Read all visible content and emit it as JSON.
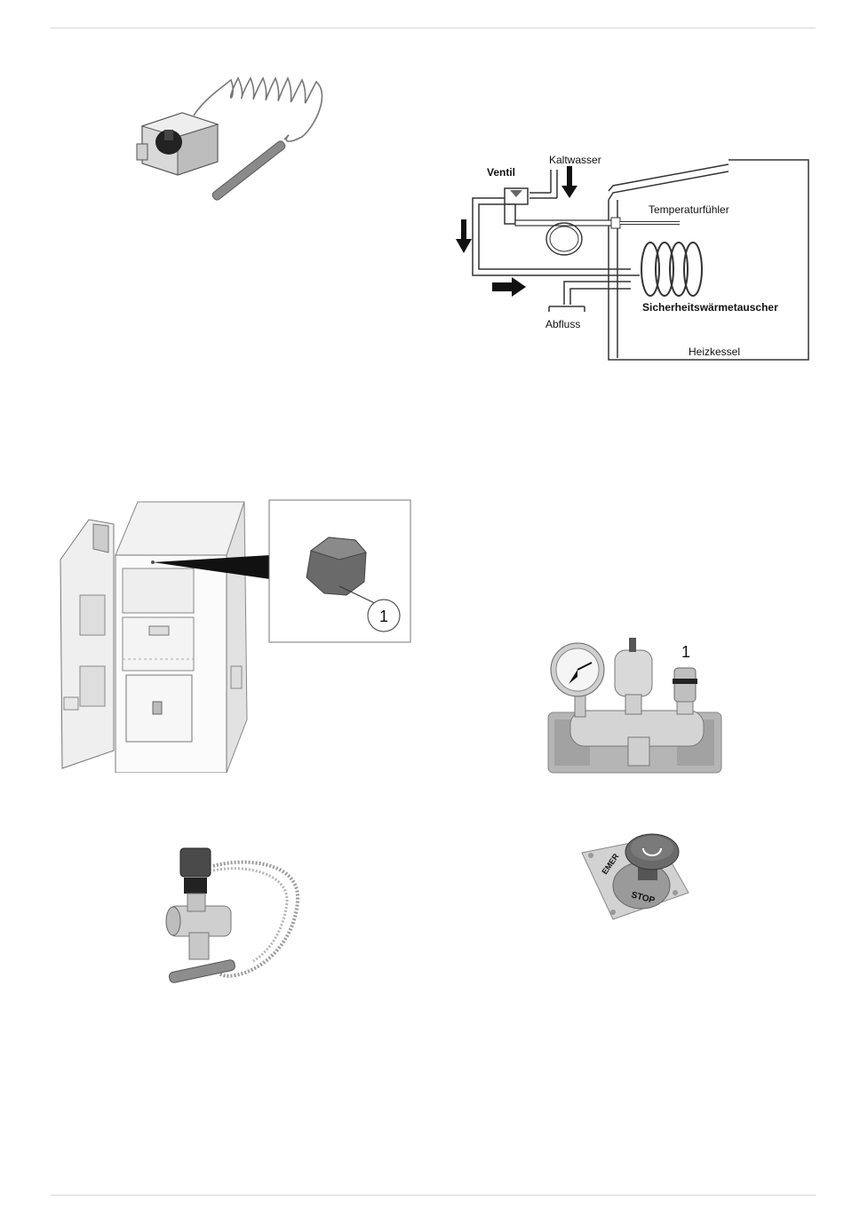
{
  "diagram": {
    "ventil": "Ventil",
    "kaltwasser": "Kaltwasser",
    "temperaturfuehler": "Temperaturfühler",
    "sicherheitswaermetauscher": "Sicherheitswärmetauscher",
    "abfluss": "Abfluss",
    "heizkessel": "Heizkessel"
  },
  "boiler_callout": {
    "number": "1"
  },
  "safety_group": {
    "number": "1"
  },
  "emergency_stop": {
    "text_top": "EMER",
    "text_bottom": "STOP"
  }
}
